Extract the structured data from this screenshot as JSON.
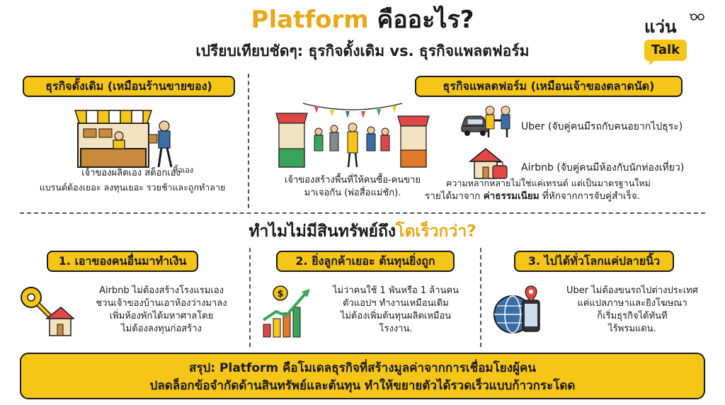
{
  "header": {
    "title_highlight": "Platform",
    "title_rest": " คืออะไร?",
    "subtitle": "เปรียบเทียบชัดๆ: ธุรกิจดั้งเดิม vs. ธุรกิจแพลตฟอร์ม"
  },
  "logo": {
    "word": "แว่น",
    "badge": "Talk"
  },
  "traditional": {
    "label": "ธุรกิจดั้งเดิม (เหมือนร้านขายของ)",
    "desc_line1": "เจ้าของผลิตเอง สต็อกเอง",
    "desc_line1b": "หิ้วเอง",
    "desc_line2": "แบรนด์ต้องเยอะ ลงทุนเยอะ รวยช้าและถูกทำลาย"
  },
  "platform": {
    "label": "ธุรกิจแพลตฟอร์ม (เหมือนเจ้าของตลาดนัด)",
    "market_line1": "เจ้าของสร้างพื้นที่ให้คนซื้อ-คนขาย",
    "market_line2": "มาเจอกัน (พ่อสื่อแม่ชัก).",
    "uber": "Uber (จับคู่คนมีรถกับคนอยากไปธุระ)",
    "airbnb": "Airbnb (จับคู่คนมีห้องกับนักท่องเที่ยว)",
    "note_line1": "ความหลากหลายไม่ใช่แค่เทรนด์ แต่เป็นมาตรฐานใหม่",
    "note_line2_pre": "รายได้มาจาก ",
    "note_line2_bold": "ค่าธรรมเนียม",
    "note_line2_post": " ที่หักจากการจับคู่สำเร็จ."
  },
  "why": {
    "title_pre": "ทำไมไม่มีสินทรัพย์ถึง",
    "title_highlight": "โตเร็วกว่า?",
    "items": [
      {
        "label": "1. เอาของคนอื่นมาทำเงิน",
        "lines": [
          "Airbnb ไม่ต้องสร้างโรงแรมเอง",
          "ชวนเจ้าของบ้านเอาห้องว่างมาลง",
          "เพิ่มห้องพักได้มหาศาลโดย",
          "ไม่ต้องลงทุนก่อสร้าง"
        ]
      },
      {
        "label": "2. ยิ่งลูกค้าเยอะ ต้นทุนยิ่งถูก",
        "lines": [
          "ไม่ว่าคนใช้ 1 พันหรือ 1 ล้านคน",
          "ตัวแอปฯ ทำงานเหมือนเดิม",
          "ไม่ต้องเพิ่มต้นทุนผลิตเหมือน",
          "โรงงาน."
        ]
      },
      {
        "label": "3. ไปได้ทั่วโลกแค่ปลายนิ้ว",
        "lines": [
          "Uber ไม่ต้องขนรถไปต่างประเทศ",
          "แค่แปลภาษาและยิงโฆษณา",
          "ก็เริ่มธุรกิจได้ทันที",
          "ไร้พรมแดน."
        ]
      }
    ]
  },
  "summary": {
    "line1": "สรุป: Platform คือโมเดลธุรกิจที่สร้างมูลค่าจากการเชื่อมโยงผู้คน",
    "line2": "ปลดล็อกข้อจำกัดด้านสินทรัพย์และต้นทุน ทำให้ขยายตัวได้รวดเร็วแบบก้าวกระโดด"
  },
  "colors": {
    "accent": "#f5c518",
    "accent_text": "#e8a914",
    "ink": "#1a1a1a"
  },
  "icons": [
    "shop-stall-icon",
    "market-stalls-icon",
    "car-icon",
    "handshake-icon",
    "house-icon",
    "luggage-icon",
    "key-house-icon",
    "growth-chart-icon",
    "globe-phone-icon",
    "glasses-icon"
  ]
}
